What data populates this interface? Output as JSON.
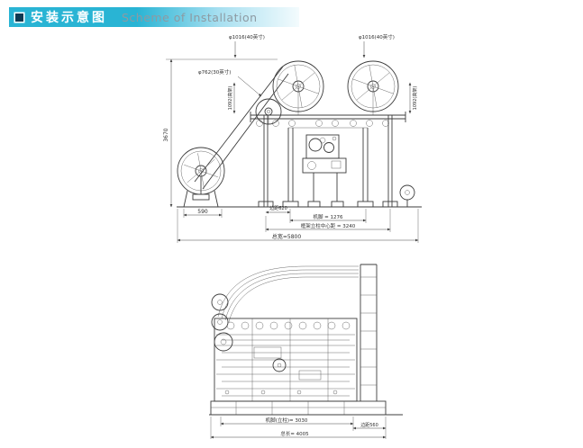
{
  "header": {
    "title_cn": "安装示意图",
    "title_en": "Scheme of Installation"
  },
  "colors": {
    "accent_cyan": "#29b4d4",
    "banner_fade": "#f3fbfd",
    "bullet_navy": "#0e3a52",
    "title_en_gray": "#8d9aa2",
    "drawing_line": "#3c3c3c"
  },
  "front_view": {
    "labels": {
      "reel_left_dia": "φ1016(40英寸)",
      "reel_right_dia": "φ1016(40英寸)",
      "reel_small_dia": "φ762(30英寸)",
      "frame_height_left": "1092(高架)",
      "frame_height_right": "1092(高架)",
      "overall_height": "3670",
      "stand_offset": "590",
      "edge_margin": "边距620",
      "foot_span": "机脚 = 1276",
      "column_center_distance": "框架立柱中心距 = 3240",
      "overall_width": "总宽=5800"
    }
  },
  "side_view": {
    "labels": {
      "foot_span": "机脚(立柱)= 3030",
      "edge_margin": "边距560",
      "overall_length": "总长= 4005"
    }
  }
}
